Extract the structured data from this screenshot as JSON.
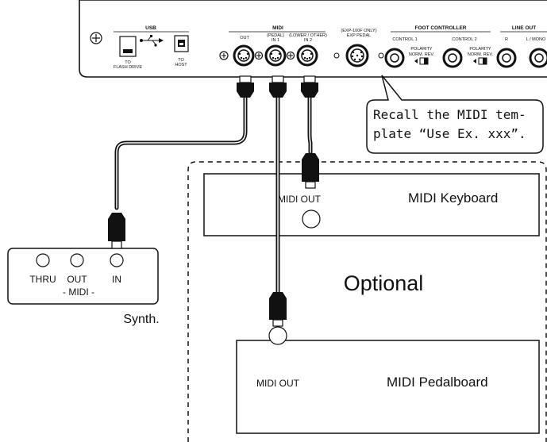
{
  "panel": {
    "usb": {
      "header": "USB",
      "flash_label_1": "TO",
      "flash_label_2": "FLASH DRIVE",
      "host_label_1": "TO",
      "host_label_2": "HOST"
    },
    "midi": {
      "header": "MIDI",
      "out_label": "OUT",
      "in1_label_1": "(PEDAL)",
      "in1_label_2": "IN 1",
      "in2_label_1": "(LOWER / OTHER)",
      "in2_label_2": "IN 2"
    },
    "exp": {
      "label_1": "(EXP-100F ONLY)",
      "label_2": "EXP PEDAL"
    },
    "foot_controller": {
      "header": "FOOT CONTROLLER",
      "control1": "CONTROL 1",
      "control2": "CONTROL 2",
      "polarity": "POLARITY",
      "norm_rev": "NORM. REV."
    },
    "line_out": {
      "header": "LINE OUT",
      "r_label": "R",
      "lmono_label": "L / MONO"
    }
  },
  "callout": {
    "line1": "Recall the MIDI tem-",
    "line2": "plate “Use Ex. xxx”."
  },
  "synth": {
    "thru": "THRU",
    "out": "OUT",
    "in": "IN",
    "midi": "- MIDI -",
    "name": "Synth."
  },
  "optional_area": {
    "label": "Optional",
    "keyboard": {
      "port_label": "MIDI OUT",
      "name": "MIDI Keyboard"
    },
    "pedalboard": {
      "port_label": "MIDI OUT",
      "name": "MIDI Pedalboard"
    }
  }
}
